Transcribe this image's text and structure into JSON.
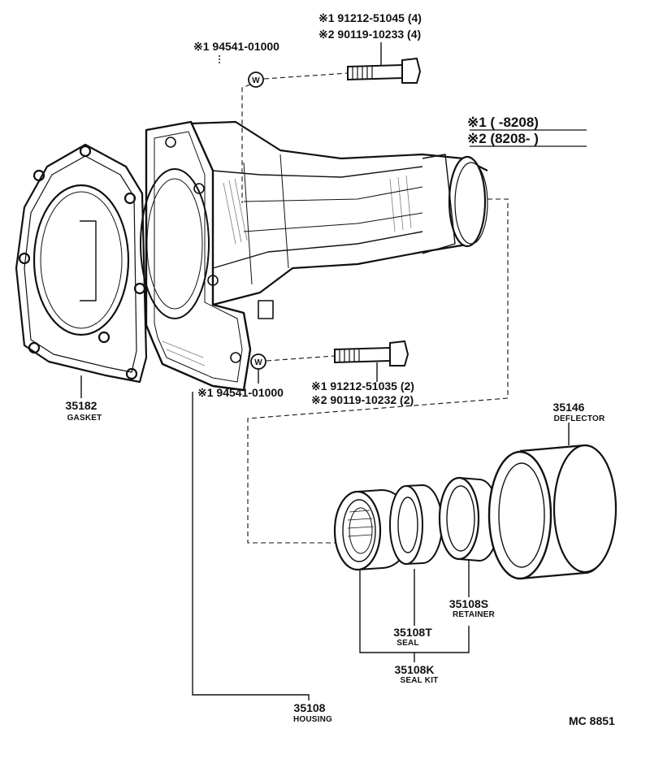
{
  "parts": {
    "gasket": {
      "number": "35182",
      "name": "GASKET"
    },
    "deflector": {
      "number": "35146",
      "name": "DEFLECTOR"
    },
    "retainer": {
      "number": "35108S",
      "name": "RETAINER"
    },
    "seal": {
      "number": "35108T",
      "name": "SEAL"
    },
    "seal_kit": {
      "number": "35108K",
      "name": "SEAL KIT"
    },
    "housing": {
      "number": "35108",
      "name": "HOUSING"
    }
  },
  "callouts": {
    "top_washer": "※1 94541-01000",
    "top_bolt_1": "※1  91212-51045 (4)",
    "top_bolt_2": "※2  90119-10233 (4)",
    "bottom_washer": "※1 94541-01000",
    "bottom_bolt_1": "※1  91212-51035 (2)",
    "bottom_bolt_2": "※2  90119-10232 (2)"
  },
  "legend": {
    "row1": "※1 (       -8208)",
    "row2": "※2 (8208-        )"
  },
  "washer_mark": "W",
  "footer": {
    "code": "MC  8851"
  }
}
